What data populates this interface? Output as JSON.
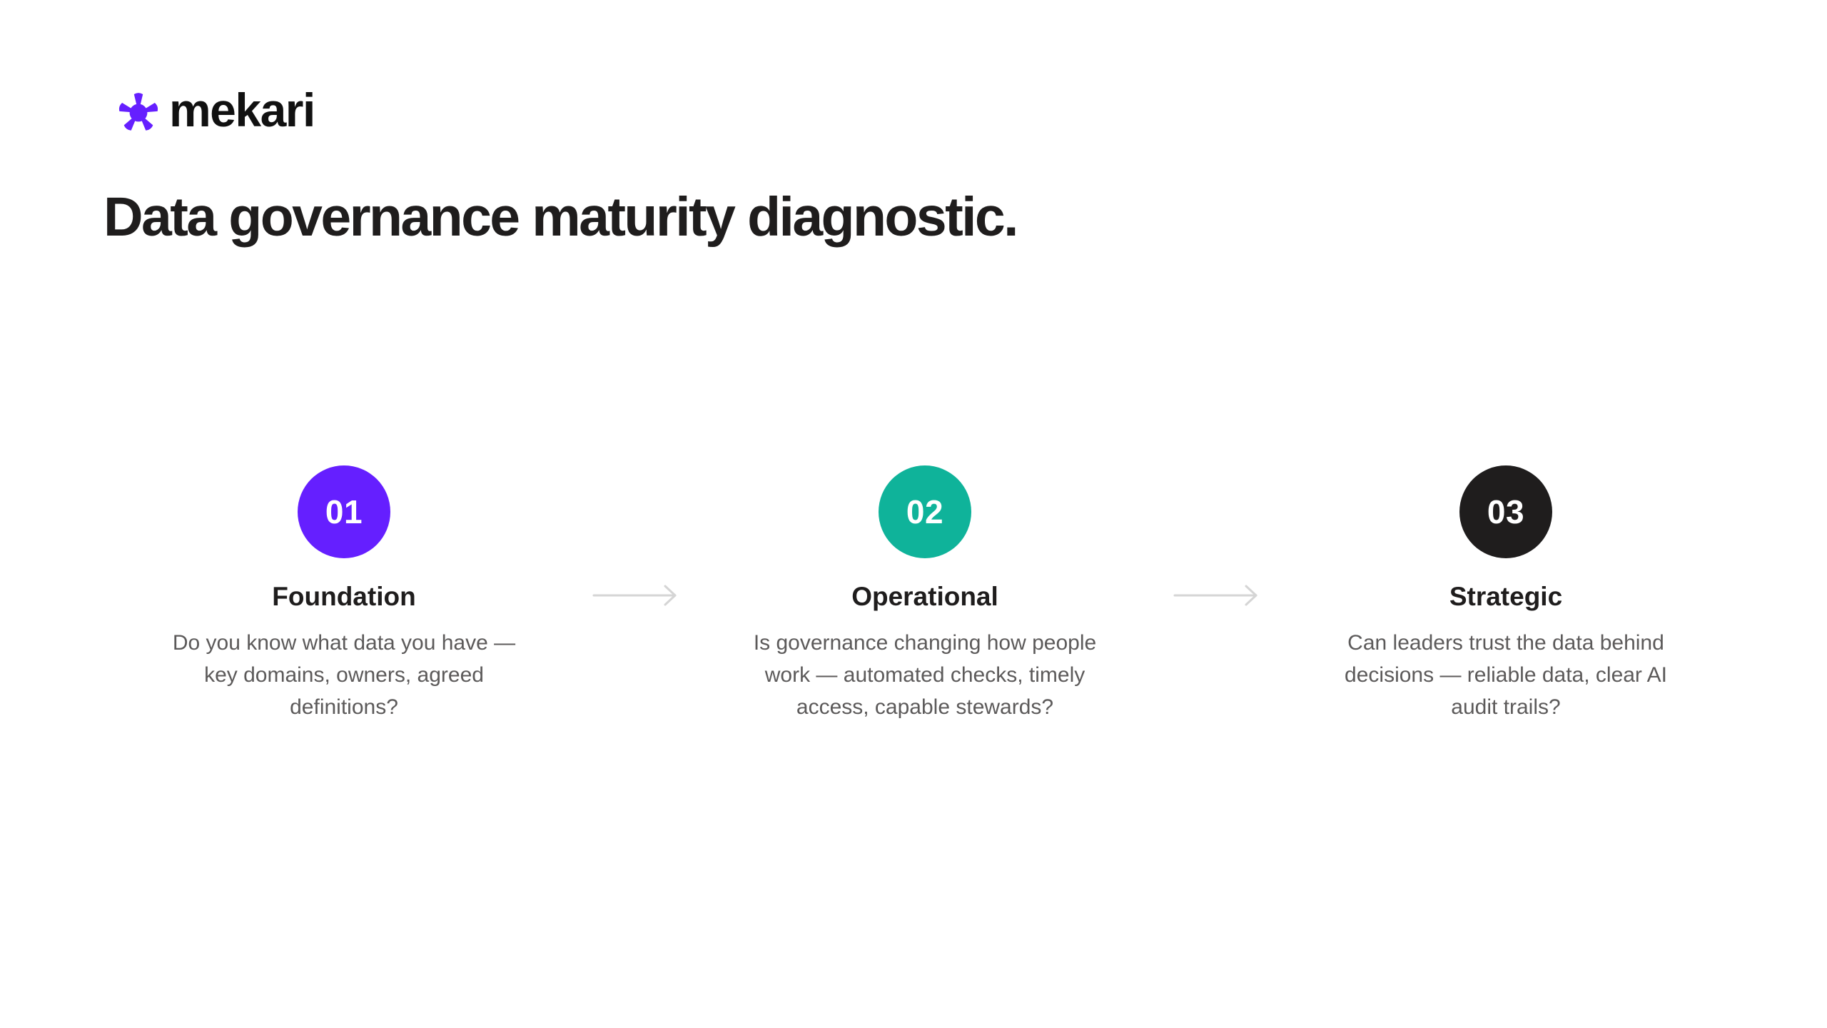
{
  "brand": {
    "name": "mekari",
    "mark_icon": "asterisk-star-icon",
    "mark_color": "#651FFF"
  },
  "title": "Data governance maturity diagnostic.",
  "steps": [
    {
      "number": "01",
      "title": "Foundation",
      "description": "Do you know what data you have — key domains, owners, agreed definitions?",
      "color": "#651FFF"
    },
    {
      "number": "02",
      "title": "Operational",
      "description": "Is governance changing how people work — automated checks, timely access, capable stewards?",
      "color": "#0FB39A"
    },
    {
      "number": "03",
      "title": "Strategic",
      "description": "Can leaders trust the data behind decisions — reliable data, clear AI audit trails?",
      "color": "#1F1D1D"
    }
  ],
  "connector": {
    "icon": "arrow-right-icon",
    "color": "#D5D5D5"
  }
}
